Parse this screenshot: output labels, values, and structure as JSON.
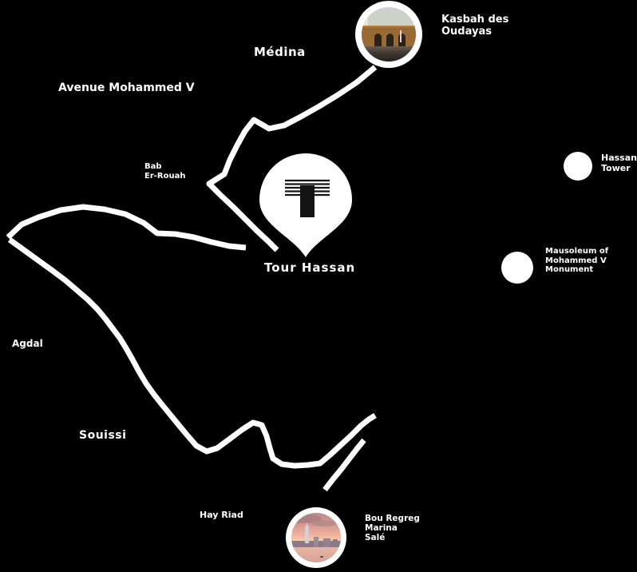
{
  "colors": {
    "background": "#000000",
    "map_lines": "#ffffff",
    "pin_fill": "#ffffff",
    "pin_logo": "#141414",
    "label_text": "#ffffff"
  },
  "pin": {
    "logo": "T monogram",
    "label": "Tour Hassan"
  },
  "markers": {
    "top": {
      "photo": "kasbah gate archways",
      "label_line1": "Kasbah des",
      "label_line2": "Oudayas"
    },
    "bottom": {
      "photo": "river skyline at dusk",
      "label_line1": "Bou Regreg",
      "label_line2": "Marina",
      "label_line3": "Salé"
    }
  },
  "pois": {
    "poi1": {
      "line1": "Hassan",
      "line2": "Tower"
    },
    "poi2": {
      "line1": "Mausoleum of",
      "line2": "Mohammed V",
      "line3": "Monument"
    }
  },
  "area_labels": {
    "medina": "Médina",
    "avenue": "Avenue Mohammed V",
    "bab_line1": "Bab",
    "bab_line2": "Er-Rouah",
    "agdal": "Agdal",
    "souissi": "Souissi",
    "hay_riad": "Hay Riad"
  }
}
